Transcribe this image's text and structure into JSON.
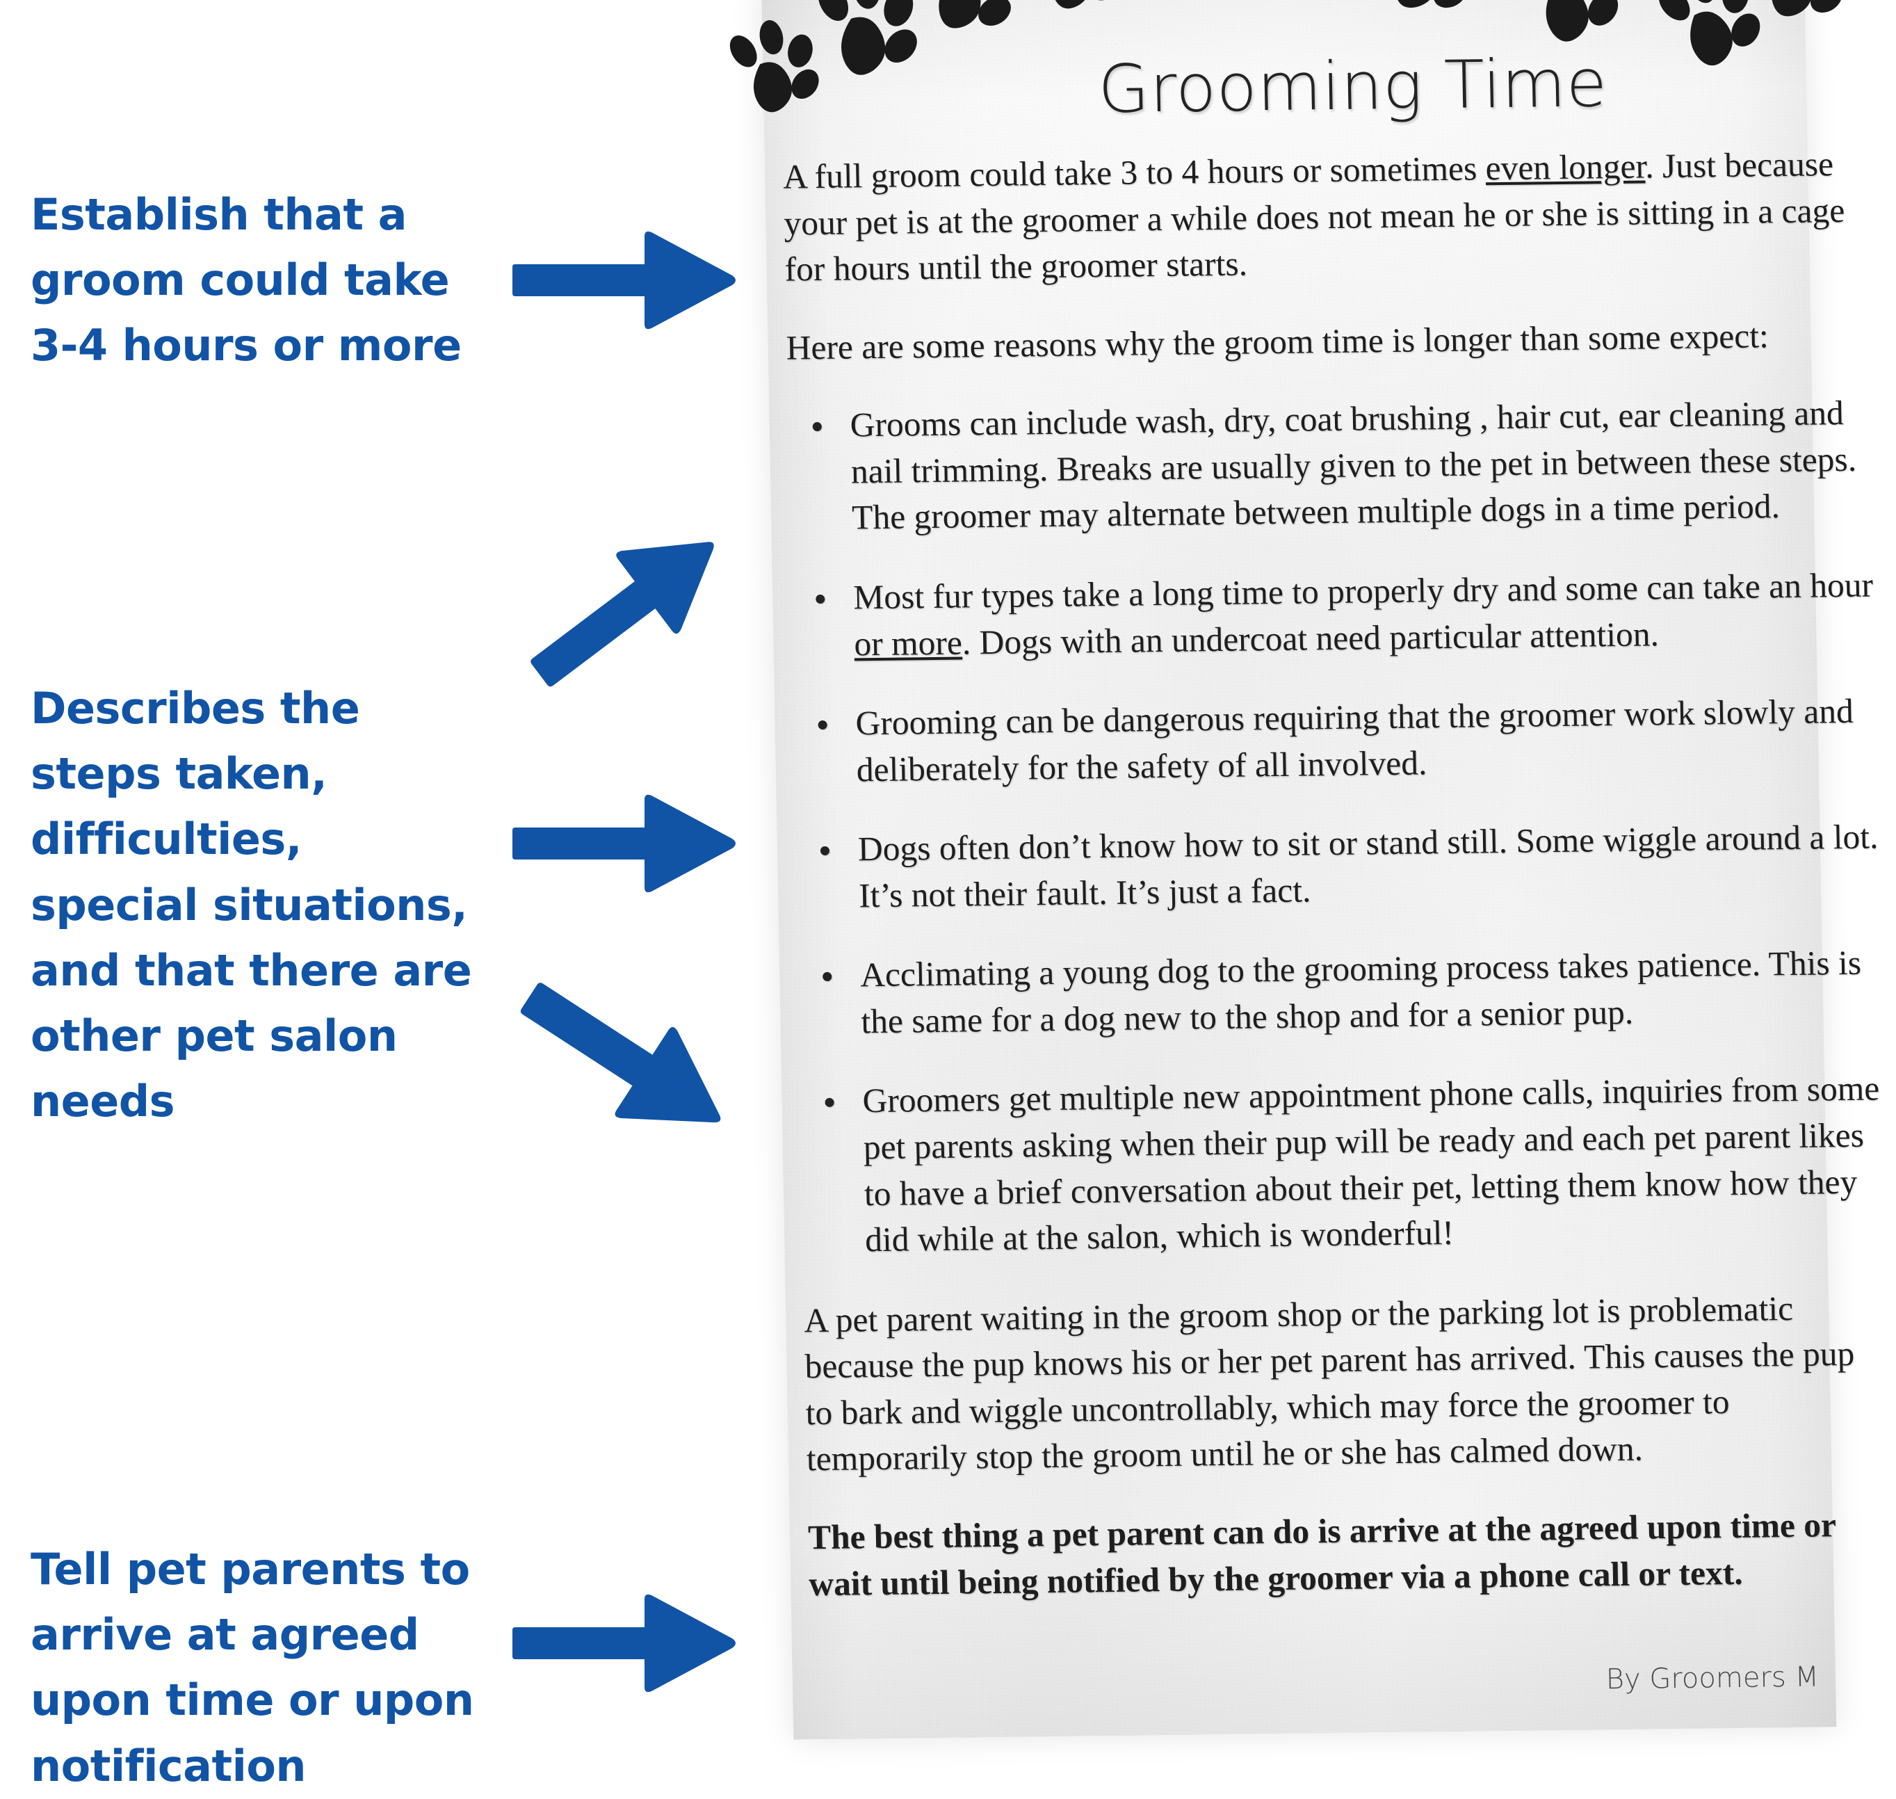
{
  "annotations": [
    {
      "id": "annot-1",
      "text": "Establish that a\ngroom could take\n3-4 hours or more",
      "arrow": "right-arrow-1"
    },
    {
      "id": "annot-2",
      "text": "Describes the\nsteps taken,\ndifficulties,\nspecial situations,\nand that there are\nother pet salon\nneeds",
      "arrow": "diagonal-up-arrow"
    },
    {
      "id": "annot-3",
      "text": "Tell pet parents to\narrive at agreed\nupon time or upon\nnotification",
      "arrow": "right-arrow-3"
    }
  ],
  "arrows": [
    {
      "name": "arrow-up-right-to-bullets",
      "direction": "up-right"
    },
    {
      "name": "arrow-right-to-grooming",
      "direction": "right"
    },
    {
      "name": "arrow-right-to-steps",
      "direction": "right"
    },
    {
      "name": "arrow-down-right-to-needs",
      "direction": "down-right"
    },
    {
      "name": "arrow-right-to-best-thing",
      "direction": "right"
    }
  ],
  "colors": {
    "annotation_blue": "#1154A6",
    "arrow_blue": "#1154A6",
    "paper": "#f2f2f3",
    "document_text": "#1e1e1e"
  },
  "document": {
    "title": "Grooming Time",
    "intro": "A full groom could take 3 to 4 hours or sometimes even longer.  Just because your pet is at the groomer a while does not mean he or she is sitting in a cage for hours until the groomer starts.",
    "intro_underlined": "even longer",
    "lead_in": "Here are some reasons why the groom time is longer than some expect:",
    "bullets": [
      "Grooms can include wash, dry, coat brushing , hair cut, ear cleaning and nail trimming.  Breaks are usually given to the pet in between these steps.  The groomer may alternate between multiple dogs in a time period.",
      "Most fur types take a long time to properly dry and some can take an hour or more.  Dogs with an undercoat need particular attention.",
      "Grooming can be dangerous requiring that the groomer work slowly and deliberately for the safety of all involved.",
      "Dogs often don’t know how to sit or stand still. Some wiggle around a lot.  It’s not their fault.  It’s just a fact.",
      "Acclimating a young dog to the grooming process takes patience. This is the same for a dog new to the shop and for a senior pup.",
      "Groomers get multiple new appointment phone calls, inquiries from some pet parents asking when their pup will be ready and each pet parent likes to have a brief conversation about their pet, letting them know how they did while at the salon, which is wonderful!"
    ],
    "bullet_underlined": "or more",
    "closing": "A pet parent waiting in the groom shop or the parking lot is problematic because the pup knows his or her pet parent has arrived.  This causes the pup to bark and wiggle uncontrollably, which may force the groomer to temporarily stop the groom until he or she has calmed down.",
    "bold_closing": "The best thing a pet parent can do is arrive at the agreed upon time or wait until being notified by the groomer via a phone call or text.",
    "credit": "By Groomers M"
  }
}
